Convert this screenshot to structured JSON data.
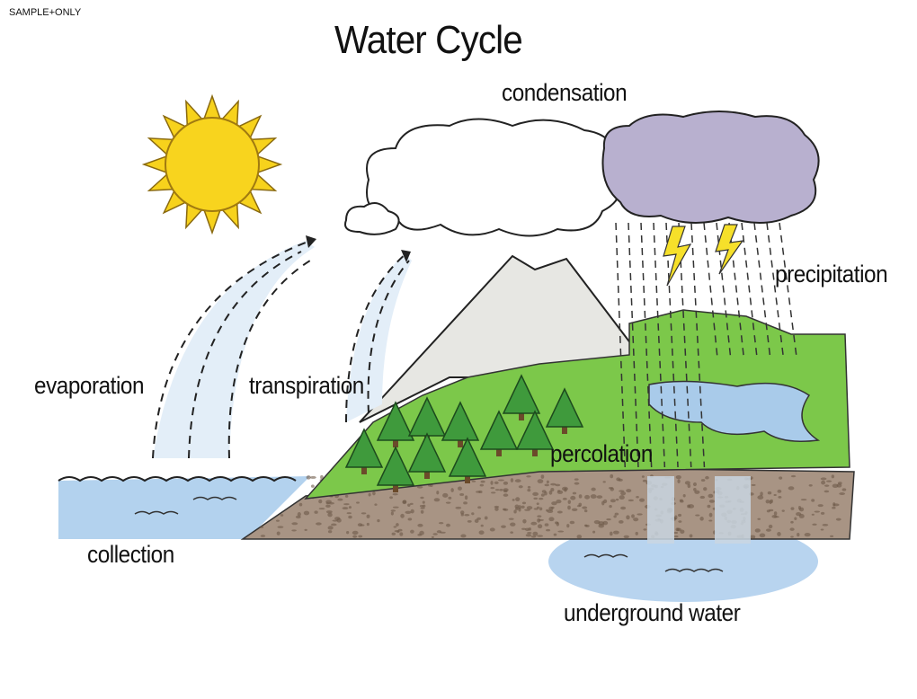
{
  "watermark": "SAMPLE+ONLY",
  "title": "Water Cycle",
  "labels": {
    "condensation": "condensation",
    "precipitation": "precipitation",
    "evaporation": "evaporation",
    "transpiration": "transpiration",
    "percolation": "percolation",
    "collection": "collection",
    "underground_water": "underground water"
  },
  "colors": {
    "sun": "#f7d21c",
    "grass": "#7cc84a",
    "water": "#a9cbea",
    "soil": "#8a7460",
    "storm_cloud": "#a9a0c4"
  }
}
